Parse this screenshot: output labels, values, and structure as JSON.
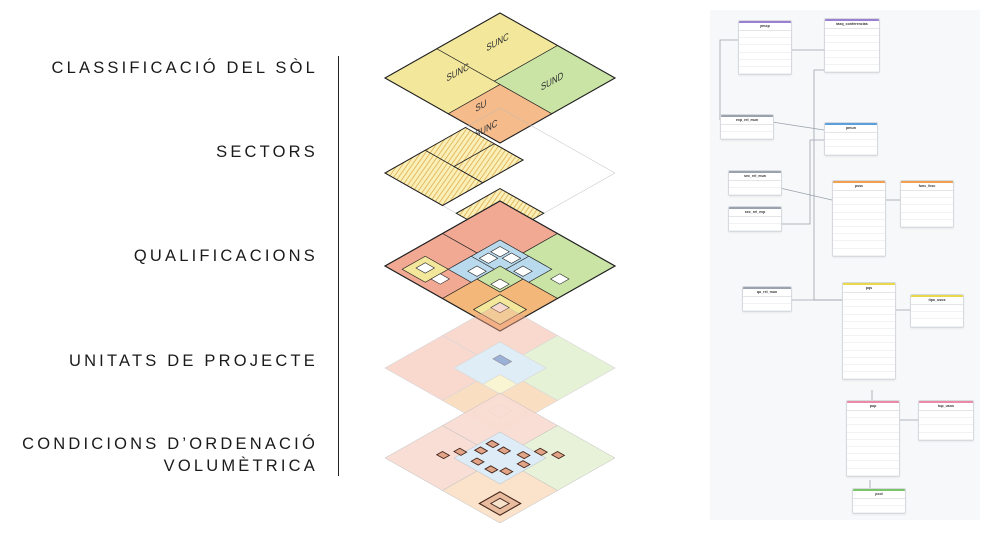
{
  "layers": [
    {
      "id": "classificacio",
      "lines": [
        "CLASSIFICACIÓ DEL SÒL"
      ]
    },
    {
      "id": "sectors",
      "lines": [
        "SECTORS"
      ]
    },
    {
      "id": "qualificacions",
      "lines": [
        "QUALIFICACIONS"
      ]
    },
    {
      "id": "unitats",
      "lines": [
        "UNITATS DE PROJECTE"
      ]
    },
    {
      "id": "condicions",
      "lines": [
        "CONDICIONS D’ORDENACIÓ",
        "VOLUMÈTRICA"
      ]
    }
  ],
  "map_labels": [
    "SUNC",
    "SUND",
    "SUNC",
    "SU",
    "SUNC"
  ],
  "colors": {
    "yellow": "#f2e79a",
    "green": "#c9e4a4",
    "orange": "#f5bb8b",
    "salmon": "#f2a994",
    "blue": "#b9d9ec",
    "lightorange": "#f4b77a",
    "hatch": "#e8c46a",
    "ink": "#222222",
    "bar_purple": "#9b7fd1",
    "bar_blue": "#5aa0dc",
    "bar_orange": "#f0a050",
    "bar_yellow": "#e8d84a",
    "bar_pink": "#e88aa8",
    "bar_green": "#7cc46a",
    "bar_grey": "#9aa3ad"
  },
  "schema_tables": [
    {
      "id": "t1",
      "name": "pmcp",
      "bar": "bar_purple",
      "rows": 6
    },
    {
      "id": "t2",
      "name": "taxq_conferencias",
      "bar": "bar_purple",
      "rows": 6
    },
    {
      "id": "t3",
      "name": "exp_rel_mun",
      "bar": "bar_grey",
      "rows": 2
    },
    {
      "id": "t4",
      "name": "pmun",
      "bar": "bar_blue",
      "rows": 3
    },
    {
      "id": "t5",
      "name": "sec_rel_mun",
      "bar": "bar_grey",
      "rows": 2
    },
    {
      "id": "t6",
      "name": "pssc",
      "bar": "bar_orange",
      "rows": 9
    },
    {
      "id": "t7",
      "name": "func_fcsc",
      "bar": "bar_orange",
      "rows": 5
    },
    {
      "id": "t8",
      "name": "sec_rel_exp",
      "bar": "bar_grey",
      "rows": 2
    },
    {
      "id": "t9",
      "name": "qu_rel_mun",
      "bar": "bar_grey",
      "rows": 2
    },
    {
      "id": "t10",
      "name": "pqs",
      "bar": "bar_yellow",
      "rows": 12
    },
    {
      "id": "t11",
      "name": "tipo_usos",
      "bar": "bar_yellow",
      "rows": 3
    },
    {
      "id": "t12",
      "name": "pup",
      "bar": "bar_pink",
      "rows": 9
    },
    {
      "id": "t13",
      "name": "tup_usos",
      "bar": "bar_pink",
      "rows": 4
    },
    {
      "id": "t14",
      "name": "pcol",
      "bar": "bar_green",
      "rows": 2
    }
  ]
}
